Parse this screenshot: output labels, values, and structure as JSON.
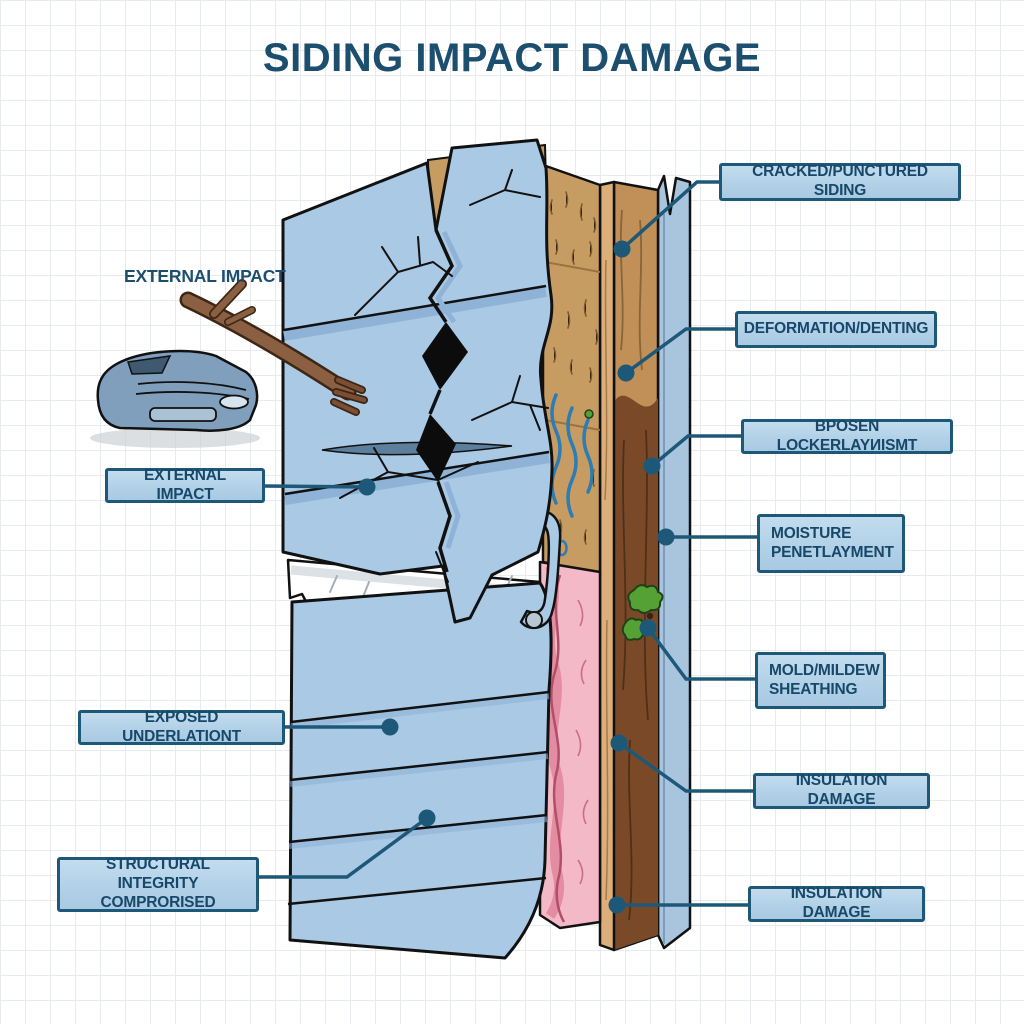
{
  "title": "SIDING IMPACT DAMAGE",
  "caption_external_impact": "EXTERNAL IMPACT",
  "labels": {
    "left": [
      {
        "id": "external-impact",
        "text": "EXTERNAL IMPACT"
      },
      {
        "id": "exposed-underlayment",
        "text": "EXPOSED UNDERLATIONT"
      },
      {
        "id": "structural-integrity",
        "text": "STRUCTURAL INTEGRITY COMPRORISED"
      }
    ],
    "right": [
      {
        "id": "cracked-punctured-siding",
        "text": "CRACKED/PUNCTURED SIDING"
      },
      {
        "id": "deformation-denting",
        "text": "DEFORMATION/DENTING"
      },
      {
        "id": "broken-locking-mechanism",
        "text": "BPOSEN LOCKERLAYИISMT"
      },
      {
        "id": "moisture-penetration",
        "text": "MOISTURE PENETLAYMENT"
      },
      {
        "id": "mold-mildew-sheathing",
        "text": "MOLD/MILDEW SHEATHING"
      },
      {
        "id": "insulation-damage-1",
        "text": "INSULATION DAMAGE"
      },
      {
        "id": "insulation-damage-2",
        "text": "INSULATION DAMAGE"
      }
    ]
  },
  "colors": {
    "title_text": "#1c4e6e",
    "label_box_fill": "#b2d1e7",
    "label_box_border": "#1e5878",
    "label_text": "#17486a",
    "leader_line": "#1e5878",
    "siding_blue": "#a9c9e5",
    "siding_shadow": "#8fb3d6",
    "osb_tan": "#c79c63",
    "stud_tan": "#dcae79",
    "rotted_wood_brown": "#7a4a28",
    "insulation_pink": "#f4b9c6",
    "house_wrap_white": "#ffffff",
    "moisture_blue": "#2e7cb4",
    "mold_green": "#55a135",
    "branch_brown": "#8a5f42",
    "car_blue": "#7f9fbd",
    "background_grid": "#e7ebef",
    "crack_hole_black": "#0c0c0c"
  }
}
